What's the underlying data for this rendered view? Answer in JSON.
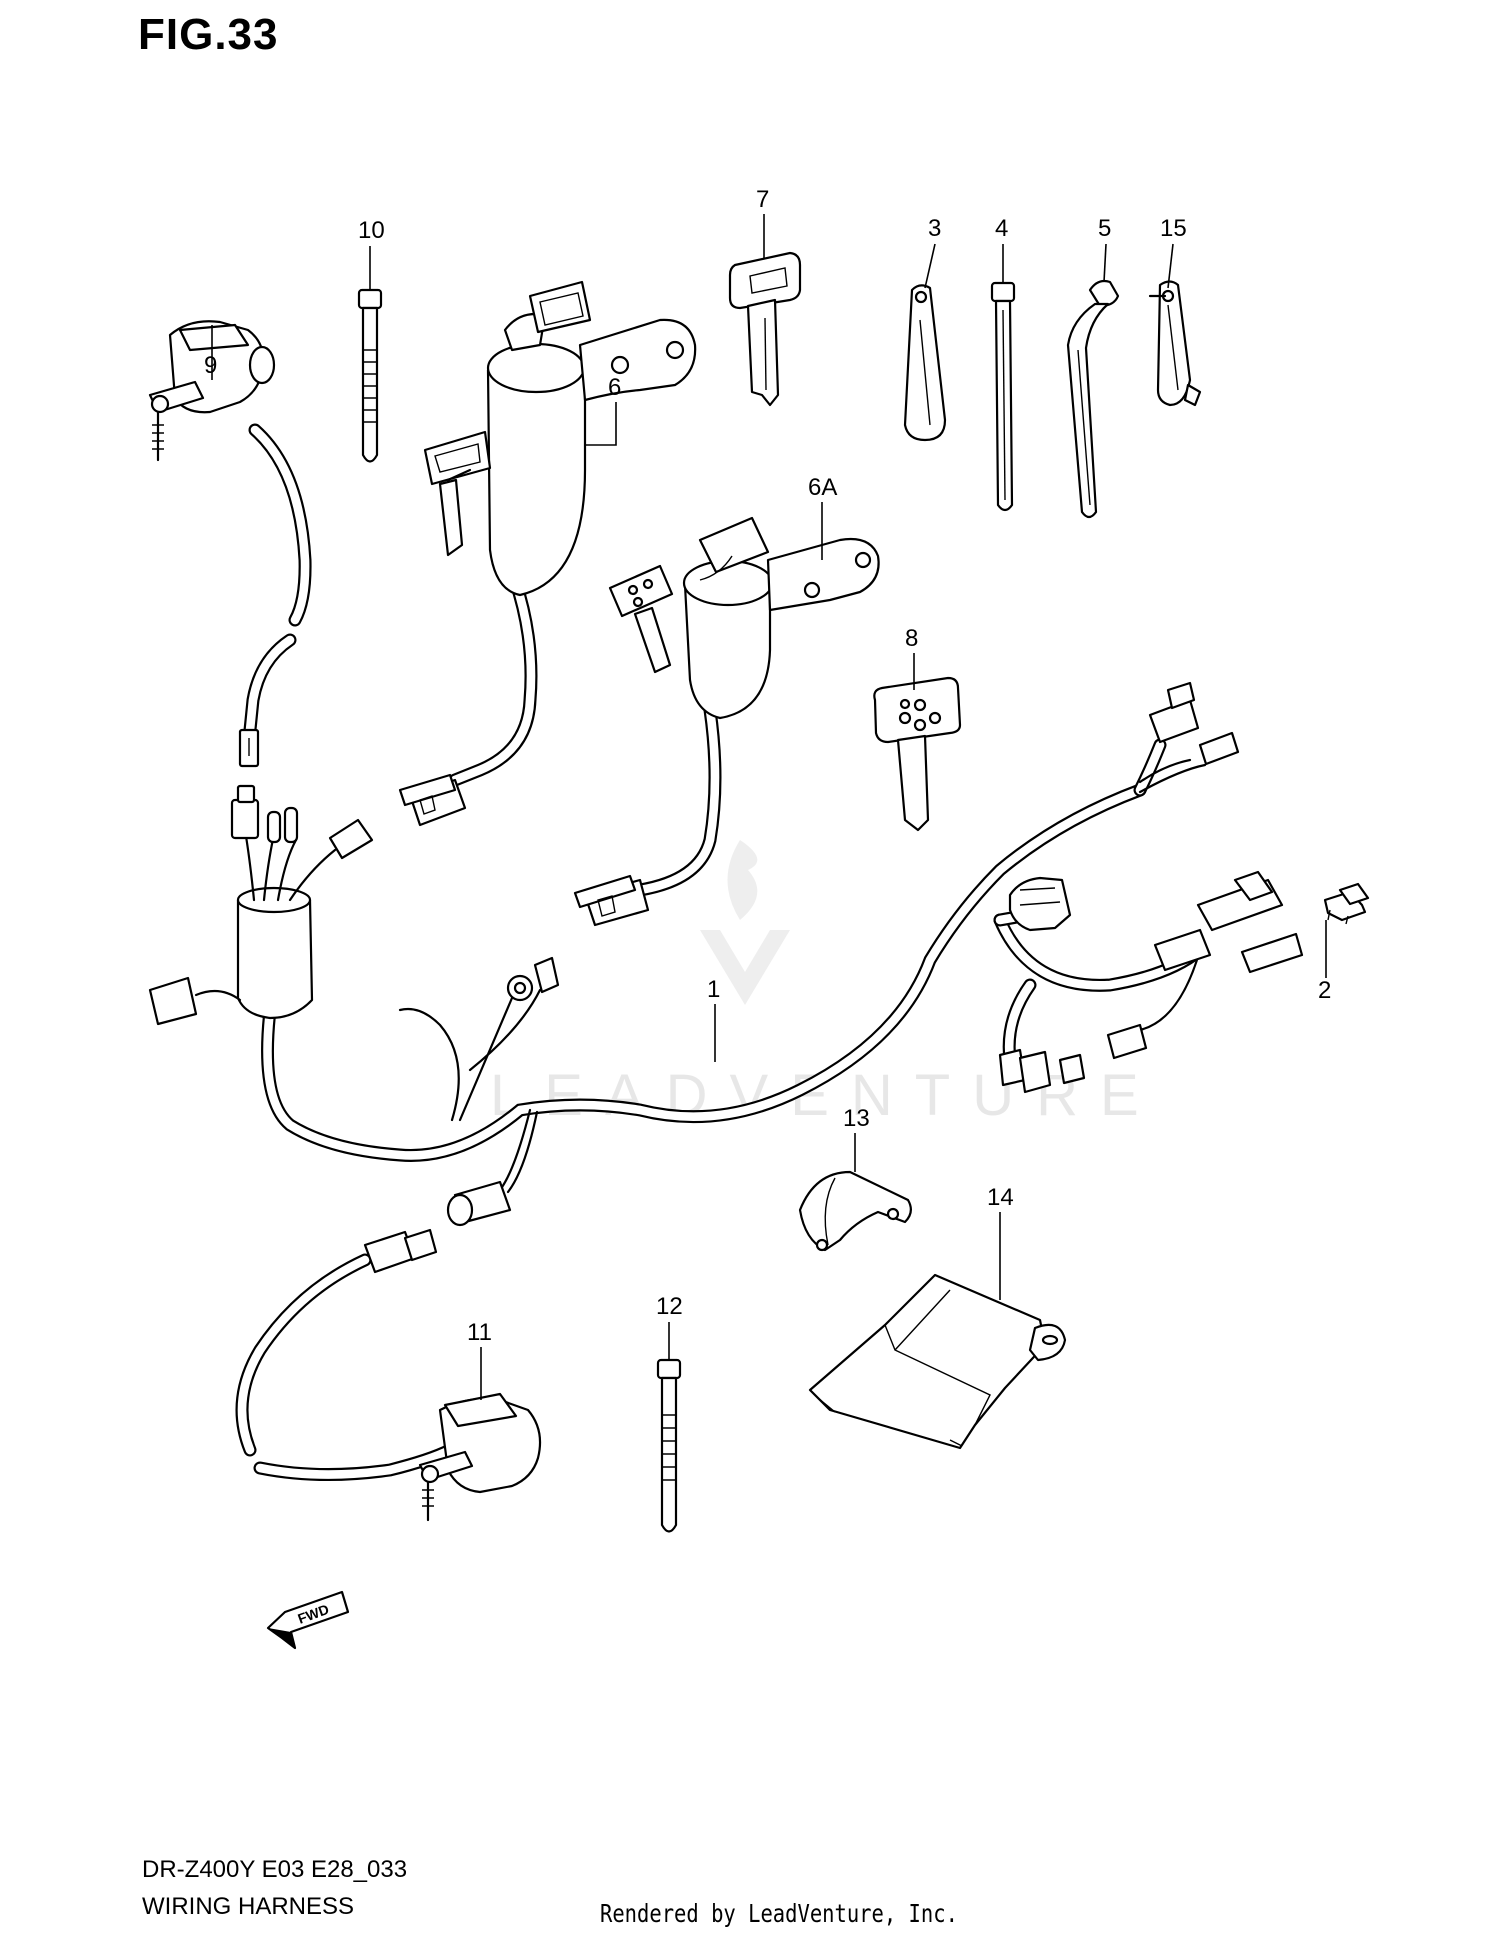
{
  "figure": {
    "title": "FIG.33",
    "model_code": "DR-Z400Y E03 E28_033",
    "name": "WIRING HARNESS",
    "rendered_by": "Rendered by LeadVenture, Inc.",
    "watermark": "LEADVENTURE",
    "direction_marker": "FWD"
  },
  "callouts": [
    "1",
    "2",
    "3",
    "4",
    "5",
    "6",
    "6A",
    "7",
    "8",
    "9",
    "10",
    "11",
    "12",
    "13",
    "14",
    "15"
  ],
  "parts": [
    {
      "ref": "1",
      "item": "wiring-harness"
    },
    {
      "ref": "2",
      "item": "fuse"
    },
    {
      "ref": "3",
      "item": "clamp"
    },
    {
      "ref": "4",
      "item": "cable-tie"
    },
    {
      "ref": "5",
      "item": "cable-tie"
    },
    {
      "ref": "6",
      "item": "ignition-switch"
    },
    {
      "ref": "6A",
      "item": "ignition-switch"
    },
    {
      "ref": "7",
      "item": "key"
    },
    {
      "ref": "8",
      "item": "key"
    },
    {
      "ref": "9",
      "item": "sensor"
    },
    {
      "ref": "10",
      "item": "cable-tie"
    },
    {
      "ref": "11",
      "item": "sensor"
    },
    {
      "ref": "12",
      "item": "cable-tie"
    },
    {
      "ref": "13",
      "item": "cover"
    },
    {
      "ref": "14",
      "item": "bracket"
    },
    {
      "ref": "15",
      "item": "clamp"
    }
  ]
}
